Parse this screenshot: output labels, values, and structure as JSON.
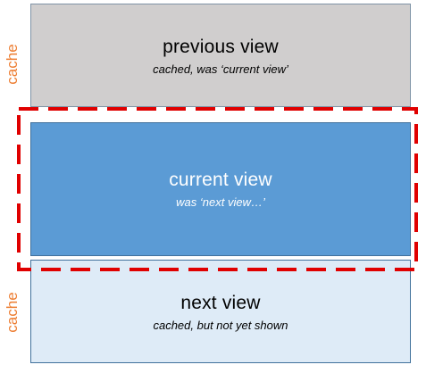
{
  "previous_view": {
    "title": "previous view",
    "subtitle": "cached, was ‘current view’"
  },
  "current_view": {
    "title": "current view",
    "subtitle": "was ‘next view…’"
  },
  "next_view": {
    "title": "next view",
    "subtitle": "cached, but not yet shown"
  },
  "side_labels": {
    "top": "cache",
    "bottom": "cache"
  },
  "colors": {
    "previous_fill": "#d0cece",
    "current_fill": "#5b9bd5",
    "next_fill": "#deebf7",
    "cache_label": "#ed7d31",
    "viewport_border": "#e00000"
  }
}
